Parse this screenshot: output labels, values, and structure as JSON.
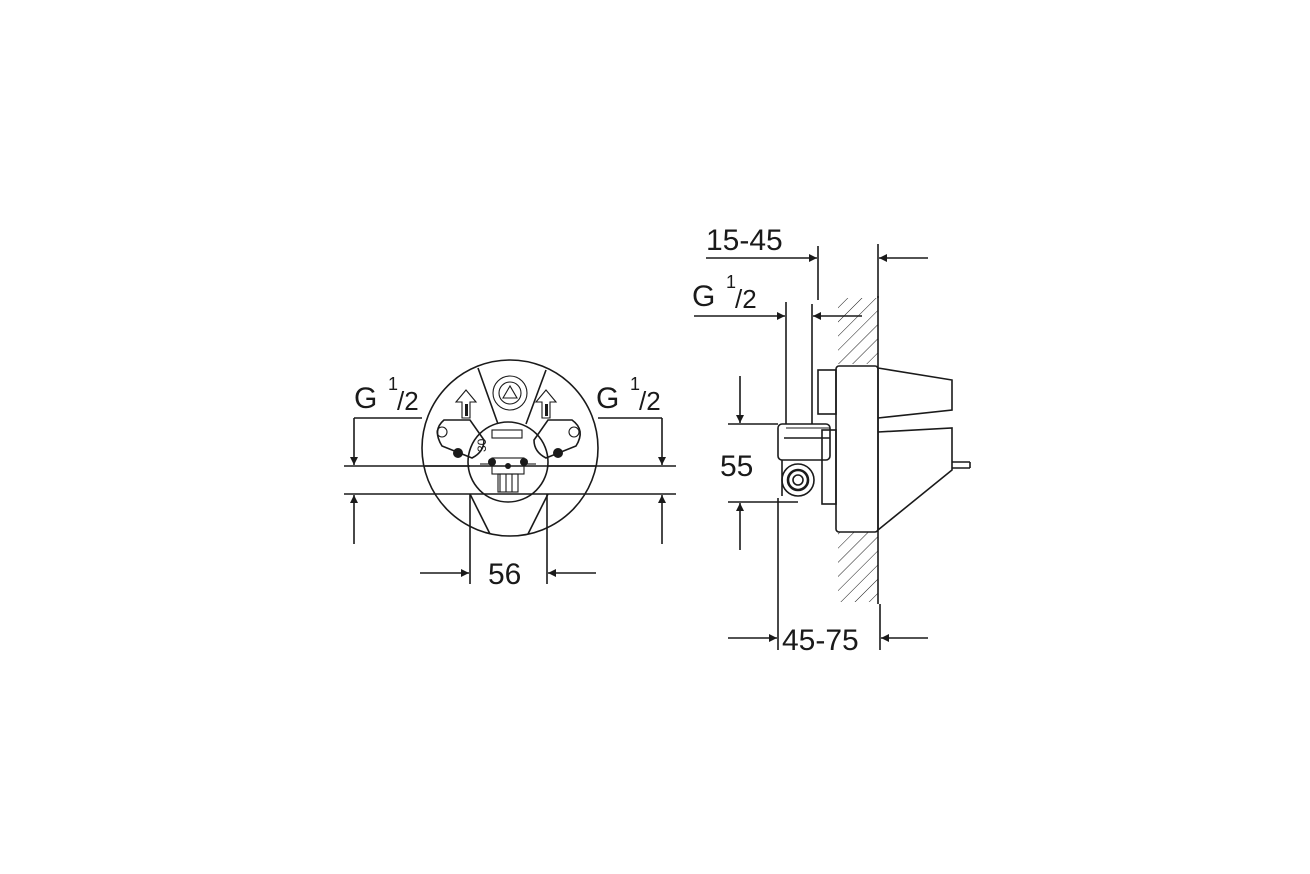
{
  "front_view": {
    "thread_left": {
      "letter": "G",
      "numerator": "1",
      "denominator": "/2"
    },
    "thread_right": {
      "letter": "G",
      "numerator": "1",
      "denominator": "/2"
    },
    "centers_distance": "56",
    "hub_marking": "30"
  },
  "side_view": {
    "wall_depth": "15-45",
    "thread": {
      "letter": "G",
      "numerator": "1",
      "denominator": "/2"
    },
    "connection_height": "55",
    "installation_depth": "45-75"
  }
}
